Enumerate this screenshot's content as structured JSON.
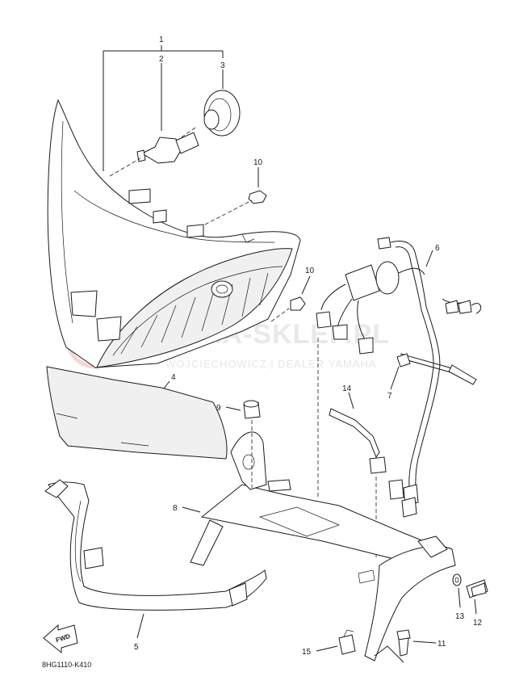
{
  "diagram": {
    "code": "8HG1110-K410",
    "fwd_label": "FWD",
    "watermark": {
      "main": "YAMA-SKLEP.PL",
      "sub": "WOJCIECHOWICZ | DEALER YAMAHA"
    },
    "callouts": [
      "1",
      "2",
      "3",
      "4",
      "5",
      "6",
      "7",
      "8",
      "9",
      "10",
      "10",
      "11",
      "12",
      "13",
      "14",
      "15"
    ]
  }
}
